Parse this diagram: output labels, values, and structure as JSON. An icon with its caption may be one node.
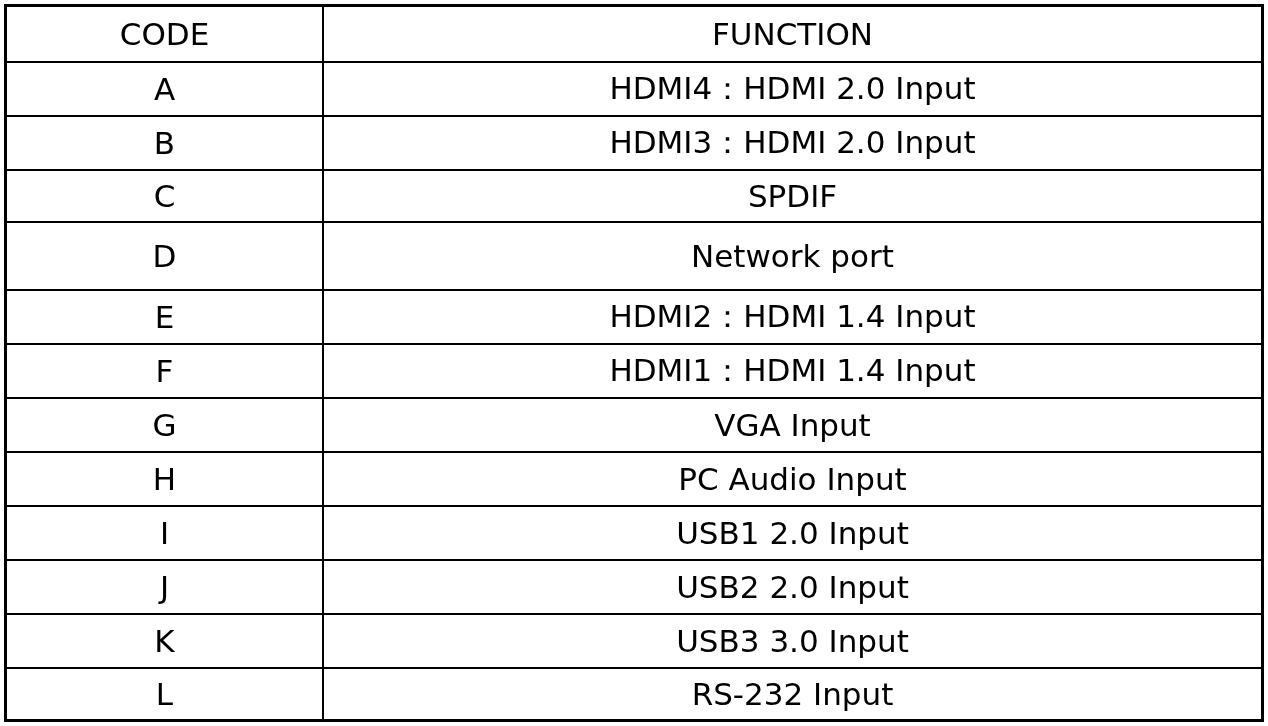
{
  "diagram": {
    "labels": [
      "CODE",
      "FUNCTION",
      "A",
      "HDMI4：HDMI 2.0 Input",
      "B",
      "HDMI3：HDMI 2.0 Input",
      "C",
      "SPDIF",
      "D",
      "Network port",
      "E",
      "HDMI2：HDMI 1.4 Input",
      "F",
      "HDMI1：HDMI 1.4 Input",
      "G",
      "VGA Input",
      "H",
      "PC Audio Input",
      "I",
      "USB1 2.0 Input",
      "J",
      "USB2 2.0 Input",
      "K",
      "USB3 3.0 Input",
      "L",
      "RS-232 Input"
    ]
  }
}
